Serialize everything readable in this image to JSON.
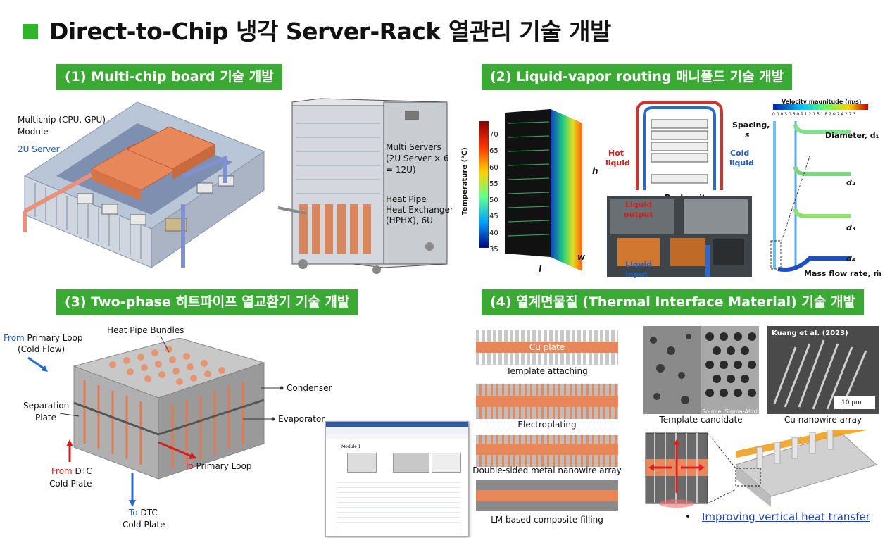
{
  "title": "Direct-to-Chip 냉각 Server-Rack 열관리 기술 개발",
  "sections": {
    "s1": "(1) Multi-chip board 기술 개발",
    "s2": "(2) Liquid-vapor routing 매니폴드 기술 개발",
    "s3": "(3) Two-phase 히트파이프 열교환기 기술 개발",
    "s4": "(4) 열계면물질 (Thermal Interface Material) 기술 개발"
  },
  "panel1": {
    "multichip_line1": "Multichip (CPU, GPU)",
    "multichip_line2": "Module",
    "server_2u": "2U Server",
    "multi_servers_1": "Multi Servers",
    "multi_servers_2": "(2U Server × 6",
    "multi_servers_3": "= 12U)",
    "hp_1": "Heat Pipe",
    "hp_2": "Heat Exchanger",
    "hp_3": "(HPHX), 6U"
  },
  "panel2": {
    "temp_axis": "Temperature (℃)",
    "ticks": [
      "70",
      "65",
      "60",
      "55",
      "50",
      "45",
      "40",
      "35"
    ],
    "rack": "Rack",
    "h": "h",
    "w": "w",
    "l": "l",
    "hot_1": "Hot",
    "hot_2": "liquid",
    "cold_1": "Cold",
    "cold_2": "liquid",
    "spacing_1": "Spacing,",
    "spacing_2": "s",
    "rack_unit": "Rack unit",
    "liq_out_1": "Liquid",
    "liq_out_2": "output",
    "liq_in_1": "Liquid",
    "liq_in_2": "input",
    "vel_title": "Velocity magnitude (m/s)",
    "vel_ticks": "0.0 0.3 0.6 0.9 1.2 1.5 1.8 2.0 2.4 2.7 3",
    "diameter": "Diameter, d₁",
    "d2": "d₂",
    "d3": "d₃",
    "d4": "d₄",
    "mass_flow": "Mass flow rate, ṁ"
  },
  "panel3": {
    "from_primary_1": "From",
    "from_primary_2": " Primary Loop",
    "cold_flow": "(Cold Flow)",
    "bundles": "Heat Pipe Bundles",
    "condenser": "Condenser",
    "evaporator": "Evaporator",
    "separation_1": "Separation",
    "separation_2": "Plate",
    "from_dtc_1": "From",
    "from_dtc_2": " DTC",
    "from_dtc_3": "Cold Plate",
    "to_primary_1": "To",
    "to_primary_2": " Primary Loop",
    "to_dtc_1": "To",
    "to_dtc_2": " DTC",
    "to_dtc_3": "Cold Plate",
    "module": "Module 1"
  },
  "panel4": {
    "cu_plate": "Cu plate",
    "step1": "Template attaching",
    "step2": "Electroplating",
    "step3": "Double-sided metal nanowire array",
    "step4": "LM based composite filling",
    "source": "Source: Sigma-Aldrich",
    "kuang": "Kuang et al. (2023)",
    "scale": "10 μm",
    "template_candidate": "Template candidate",
    "cu_nanowire": "Cu nanowire array",
    "bullet": "•",
    "improving": "Improving vertical heat transfer"
  },
  "colors": {
    "green": "#3aaa35",
    "accent_blue": "#1f5fbf",
    "accent_red": "#d02020",
    "copper": "#e8885a"
  }
}
